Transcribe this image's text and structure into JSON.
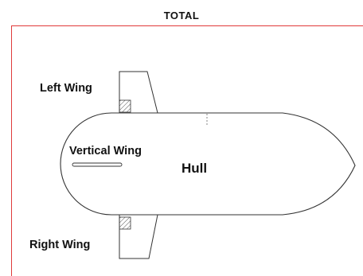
{
  "title": "TOTAL",
  "labels": {
    "left_wing": "Left Wing",
    "vertical_wing": "Vertical Wing",
    "hull": "Hull",
    "right_wing": "Right Wing"
  },
  "colors": {
    "frame_accent": "#e03a3a",
    "outline": "#333333",
    "hatch": "#555555"
  }
}
